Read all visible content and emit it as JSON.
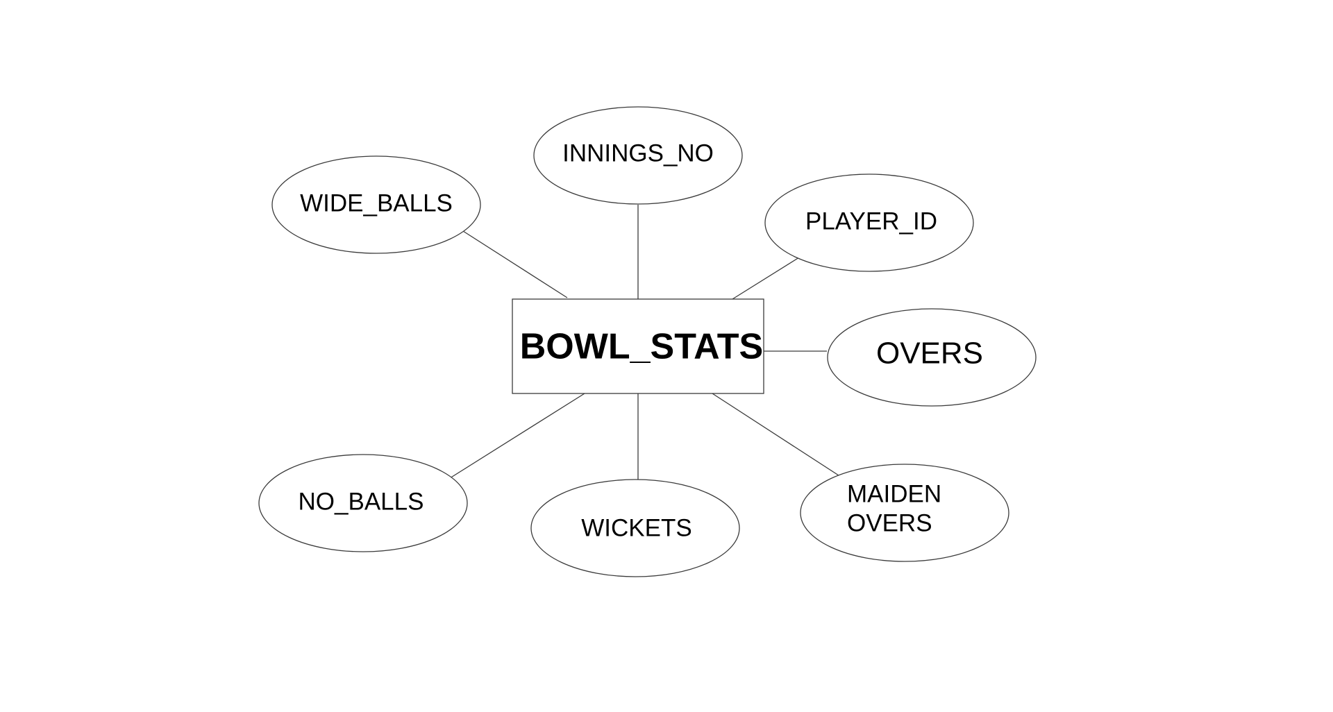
{
  "entity": {
    "name": "BOWL_STATS"
  },
  "attributes": {
    "innings_no": "INNINGS_NO",
    "wide_balls": "WIDE_BALLS",
    "player_id": "PLAYER_ID",
    "overs": "OVERS",
    "no_balls": "NO_BALLS",
    "wickets": "WICKETS",
    "maiden_overs_line1": "MAIDEN",
    "maiden_overs_line2": "OVERS"
  }
}
